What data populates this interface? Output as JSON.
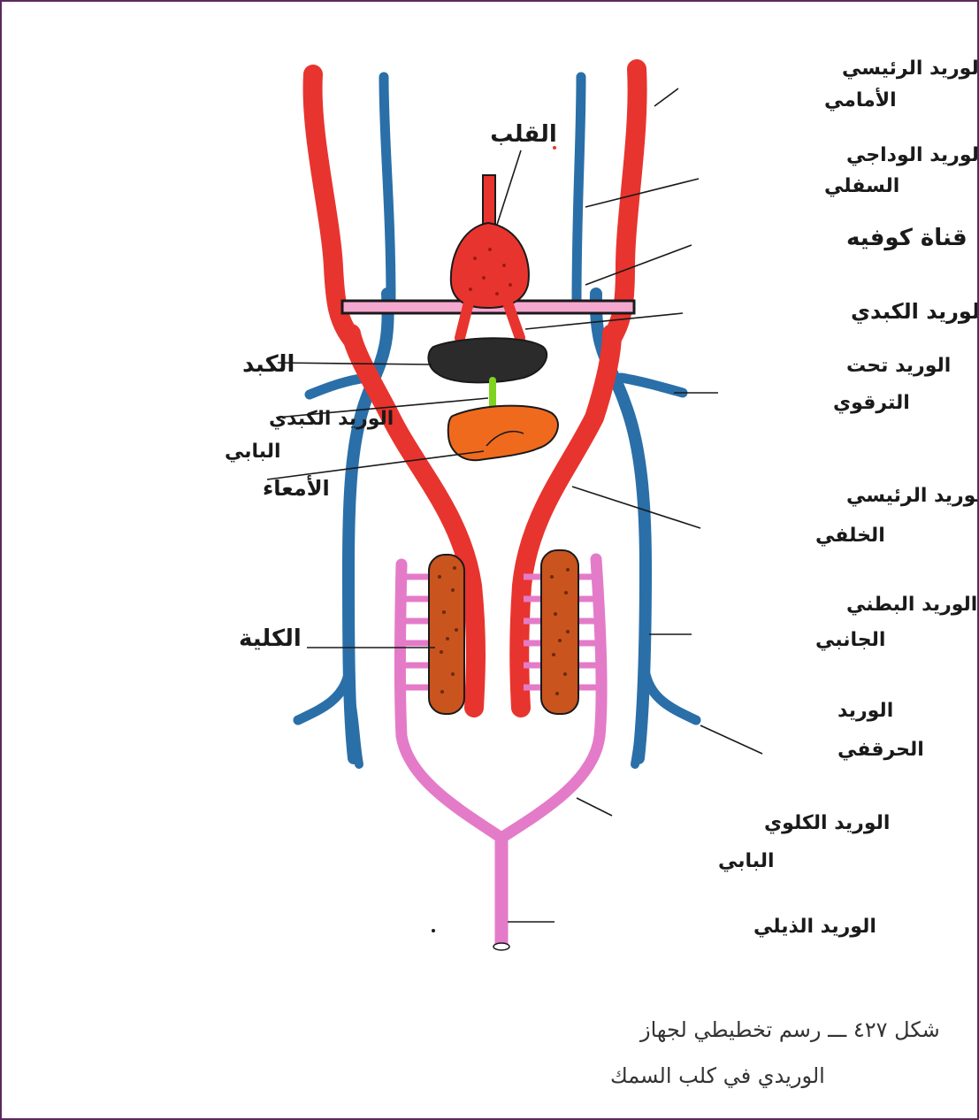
{
  "labels": {
    "anterior_cardinal": [
      "الوريد الرئيسي",
      "الأمامي"
    ],
    "heart": "القلب",
    "inferior_jugular": [
      "الوريد الوداجي",
      "السفلي"
    ],
    "cuvier_duct": "قناة كوفيه",
    "hepatic_vein": "الوريد الكبدي",
    "liver": "الكبد",
    "subclavian": [
      "الوريد تحت",
      "الترقوي"
    ],
    "hepatic_portal": [
      "الوريد الكبدي",
      "البابي"
    ],
    "intestine": "الأمعاء",
    "posterior_cardinal": [
      "الوريد الرئيسي",
      "الخلفي"
    ],
    "lateral_abdominal": [
      "الوريد البطني",
      "الجانبي"
    ],
    "kidney": "الكلية",
    "iliac": [
      "الوريد",
      "الحرقفي"
    ],
    "renal_portal": [
      "الوريد الكلوي",
      "البابي"
    ],
    "caudal": "الوريد الذيلي"
  },
  "caption": {
    "line1": "شكل ٤٢٧ ـــ رسم تخطيطي لجهاز",
    "line2": "الوريدي في كلب السمك"
  },
  "colors": {
    "artery_red": "#e8342e",
    "vein_blue": "#2a6fa8",
    "renal_pink": "#e47bc8",
    "liver_black": "#2b2b2b",
    "intestine_orange": "#f06a1e",
    "kidney_brown": "#c9541e",
    "portal_green": "#7ed321"
  }
}
